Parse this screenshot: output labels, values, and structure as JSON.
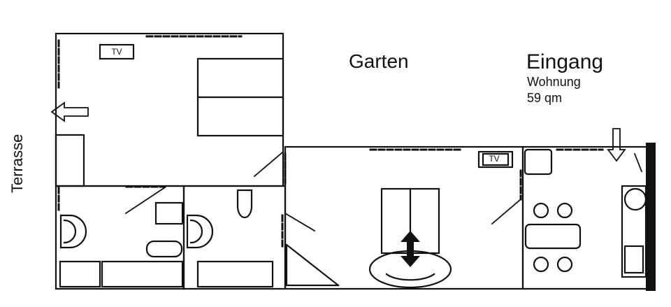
{
  "labels": {
    "garden": "Garten",
    "entrance": "Eingang",
    "apartment": "Wohnung",
    "area": "59 qm",
    "terrace": "Terrasse",
    "tv": "TV"
  },
  "colors": {
    "ink": "#111111",
    "background": "#ffffff"
  }
}
